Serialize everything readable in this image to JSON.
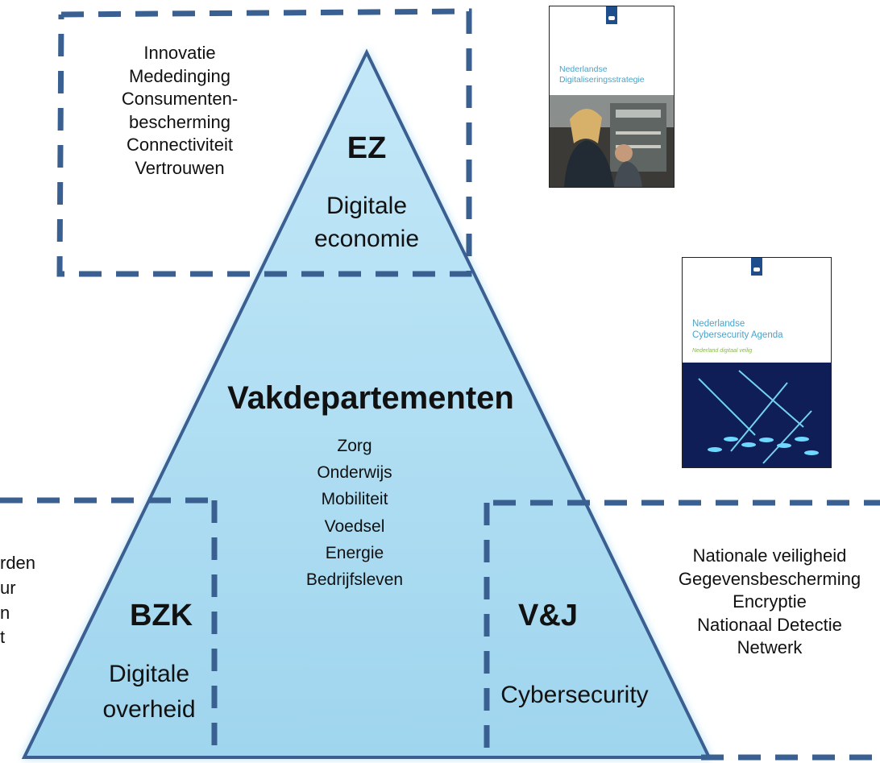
{
  "top": {
    "dept": "EZ",
    "subtitle_line1": "Digitale",
    "subtitle_line2": "economie",
    "box_items": [
      "Innovatie",
      "Mededinging",
      "Consumenten-",
      "bescherming",
      "Connectiviteit",
      "Vertrouwen"
    ]
  },
  "middle": {
    "title": "Vakdepartementen",
    "items": [
      "Zorg",
      "Onderwijs",
      "Mobiliteit",
      "Voedsel",
      "Energie",
      "Bedrijfsleven"
    ]
  },
  "left": {
    "dept": "BZK",
    "subtitle_line1": "Digitale",
    "subtitle_line2": "overheid",
    "box_items_clipped": [
      "rden",
      "ur",
      "n",
      "t"
    ]
  },
  "right": {
    "dept": "V&J",
    "subtitle": "Cybersecurity",
    "box_items": [
      "Nationale veiligheid",
      "Gegevensbescherming",
      "Encryptie",
      "Nationaal Detectie",
      "Netwerk"
    ]
  },
  "books": [
    {
      "title_line1": "Nederlandse",
      "title_line2": "Digitaliseringsstrategie"
    },
    {
      "title_line1": "Nederlandse",
      "title_line2": "Cybersecurity Agenda",
      "tagline": "Nederland digitaal veilig"
    }
  ],
  "colors": {
    "triangle_fill": "#a9daf1",
    "triangle_stroke": "#3a5f91",
    "dash_stroke": "#3a5f91"
  }
}
